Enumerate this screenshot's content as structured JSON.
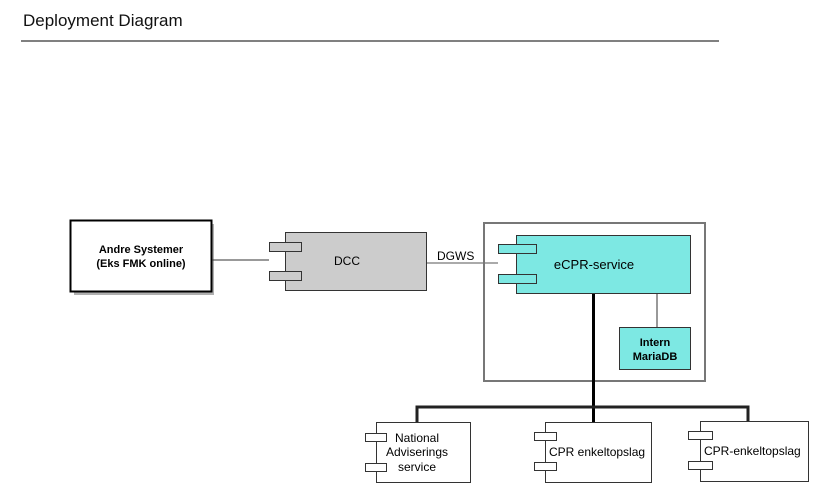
{
  "header": {
    "title": "Deployment Diagram"
  },
  "nodes": {
    "andre": {
      "line1": "Andre Systemer",
      "line2": "(Eks FMK online)"
    },
    "dcc": {
      "label": "DCC",
      "fill": "#cccccc"
    },
    "connection_label": "DGWS",
    "ecpr": {
      "label": "eCPR-service",
      "fill": "#7de8e3"
    },
    "mariadb": {
      "line1": "Intern",
      "line2": "MariaDB",
      "fill": "#7de8e3"
    },
    "national": {
      "line1": "National",
      "line2": "Adviserings",
      "line3": "service"
    },
    "cpr1": {
      "label": "CPR enkeltopslag"
    },
    "cpr2": {
      "label": "CPR-enkeltopslag"
    }
  }
}
